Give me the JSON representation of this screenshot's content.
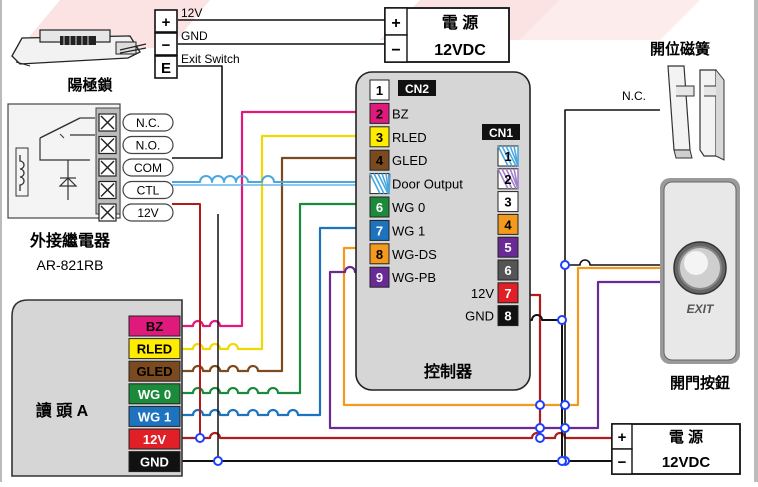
{
  "top_terminals": {
    "pins": [
      {
        "symbol": "+",
        "label": "12V"
      },
      {
        "symbol": "−",
        "label": "GND"
      },
      {
        "symbol": "E",
        "label": "Exit Switch"
      }
    ]
  },
  "power_top": {
    "title": "電 源",
    "voltage": "12VDC",
    "plus": "+",
    "minus": "−"
  },
  "power_bottom": {
    "title": "電 源",
    "voltage": "12VDC",
    "plus": "+",
    "minus": "−"
  },
  "strike_label": "陽極鎖",
  "relay": {
    "title": "外接繼電器",
    "model": "AR-821RB",
    "pins": [
      {
        "label": "N.C."
      },
      {
        "label": "N.O."
      },
      {
        "label": "COM"
      },
      {
        "label": "CTL"
      },
      {
        "label": "12V"
      }
    ]
  },
  "controller": {
    "title": "控制器",
    "cn2_label": "CN2",
    "cn1_label": "CN1",
    "cn2": [
      {
        "num": "1",
        "label": "",
        "color": "#ffffff",
        "text_color": "#000000"
      },
      {
        "num": "2",
        "label": "BZ",
        "color": "#e0197d",
        "text_color": "#000000"
      },
      {
        "num": "3",
        "label": "RLED",
        "color": "#ffec00",
        "text_color": "#000000"
      },
      {
        "num": "4",
        "label": "GLED",
        "color": "#7b4a1e",
        "text_color": "#000000"
      },
      {
        "num": "",
        "label": "Door Output",
        "color": "#4aa8e0",
        "text_color": "#000000"
      },
      {
        "num": "6",
        "label": "WG 0",
        "color": "#1b8a3a",
        "text_color": "#ffffff"
      },
      {
        "num": "7",
        "label": "WG 1",
        "color": "#1e73be",
        "text_color": "#ffffff"
      },
      {
        "num": "8",
        "label": "WG-DS",
        "color": "#f39a1e",
        "text_color": "#000000"
      },
      {
        "num": "9",
        "label": "WG-PB",
        "color": "#6a2a95",
        "text_color": "#ffffff"
      }
    ],
    "cn1": [
      {
        "num": "1",
        "label": "",
        "color": "#4aa8e0",
        "text_color": "#000000"
      },
      {
        "num": "2",
        "label": "",
        "color": "#a080c8",
        "text_color": "#000000"
      },
      {
        "num": "3",
        "label": "",
        "color": "#ffffff",
        "text_color": "#000000"
      },
      {
        "num": "4",
        "label": "",
        "color": "#f39a1e",
        "text_color": "#000000"
      },
      {
        "num": "5",
        "label": "",
        "color": "#6a2a95",
        "text_color": "#ffffff"
      },
      {
        "num": "6",
        "label": "",
        "color": "#555555",
        "text_color": "#ffffff"
      },
      {
        "num": "7",
        "label": "12V",
        "color": "#e01f26",
        "text_color": "#ffffff"
      },
      {
        "num": "8",
        "label": "GND",
        "color": "#111111",
        "text_color": "#ffffff"
      }
    ]
  },
  "reader": {
    "title": "讀 頭 A",
    "wires": [
      {
        "label": "BZ",
        "color": "#e0197d",
        "text_color": "#000000"
      },
      {
        "label": "RLED",
        "color": "#ffec00",
        "text_color": "#000000"
      },
      {
        "label": "GLED",
        "color": "#7b4a1e",
        "text_color": "#000000"
      },
      {
        "label": "WG 0",
        "color": "#1b8a3a",
        "text_color": "#ffffff"
      },
      {
        "label": "WG 1",
        "color": "#1e73be",
        "text_color": "#ffffff"
      },
      {
        "label": "12V",
        "color": "#e01f26",
        "text_color": "#ffffff"
      },
      {
        "label": "GND",
        "color": "#111111",
        "text_color": "#ffffff"
      }
    ]
  },
  "door_sensor": {
    "title": "開位磁簧",
    "contact": "N.C."
  },
  "exit_button": {
    "title": "開門按鈕",
    "face_text": "EXIT"
  },
  "colors": {
    "bz": "#e0197d",
    "rled": "#ffec00",
    "gled": "#7b4a1e",
    "wg0": "#1b8a3a",
    "wg1": "#1e73be",
    "wgds": "#f39a1e",
    "wgpb": "#6a2a95",
    "v12": "#b01c1c",
    "gnd": "#111111",
    "door": "#4aa8e0",
    "junction": "#1e40ff"
  }
}
